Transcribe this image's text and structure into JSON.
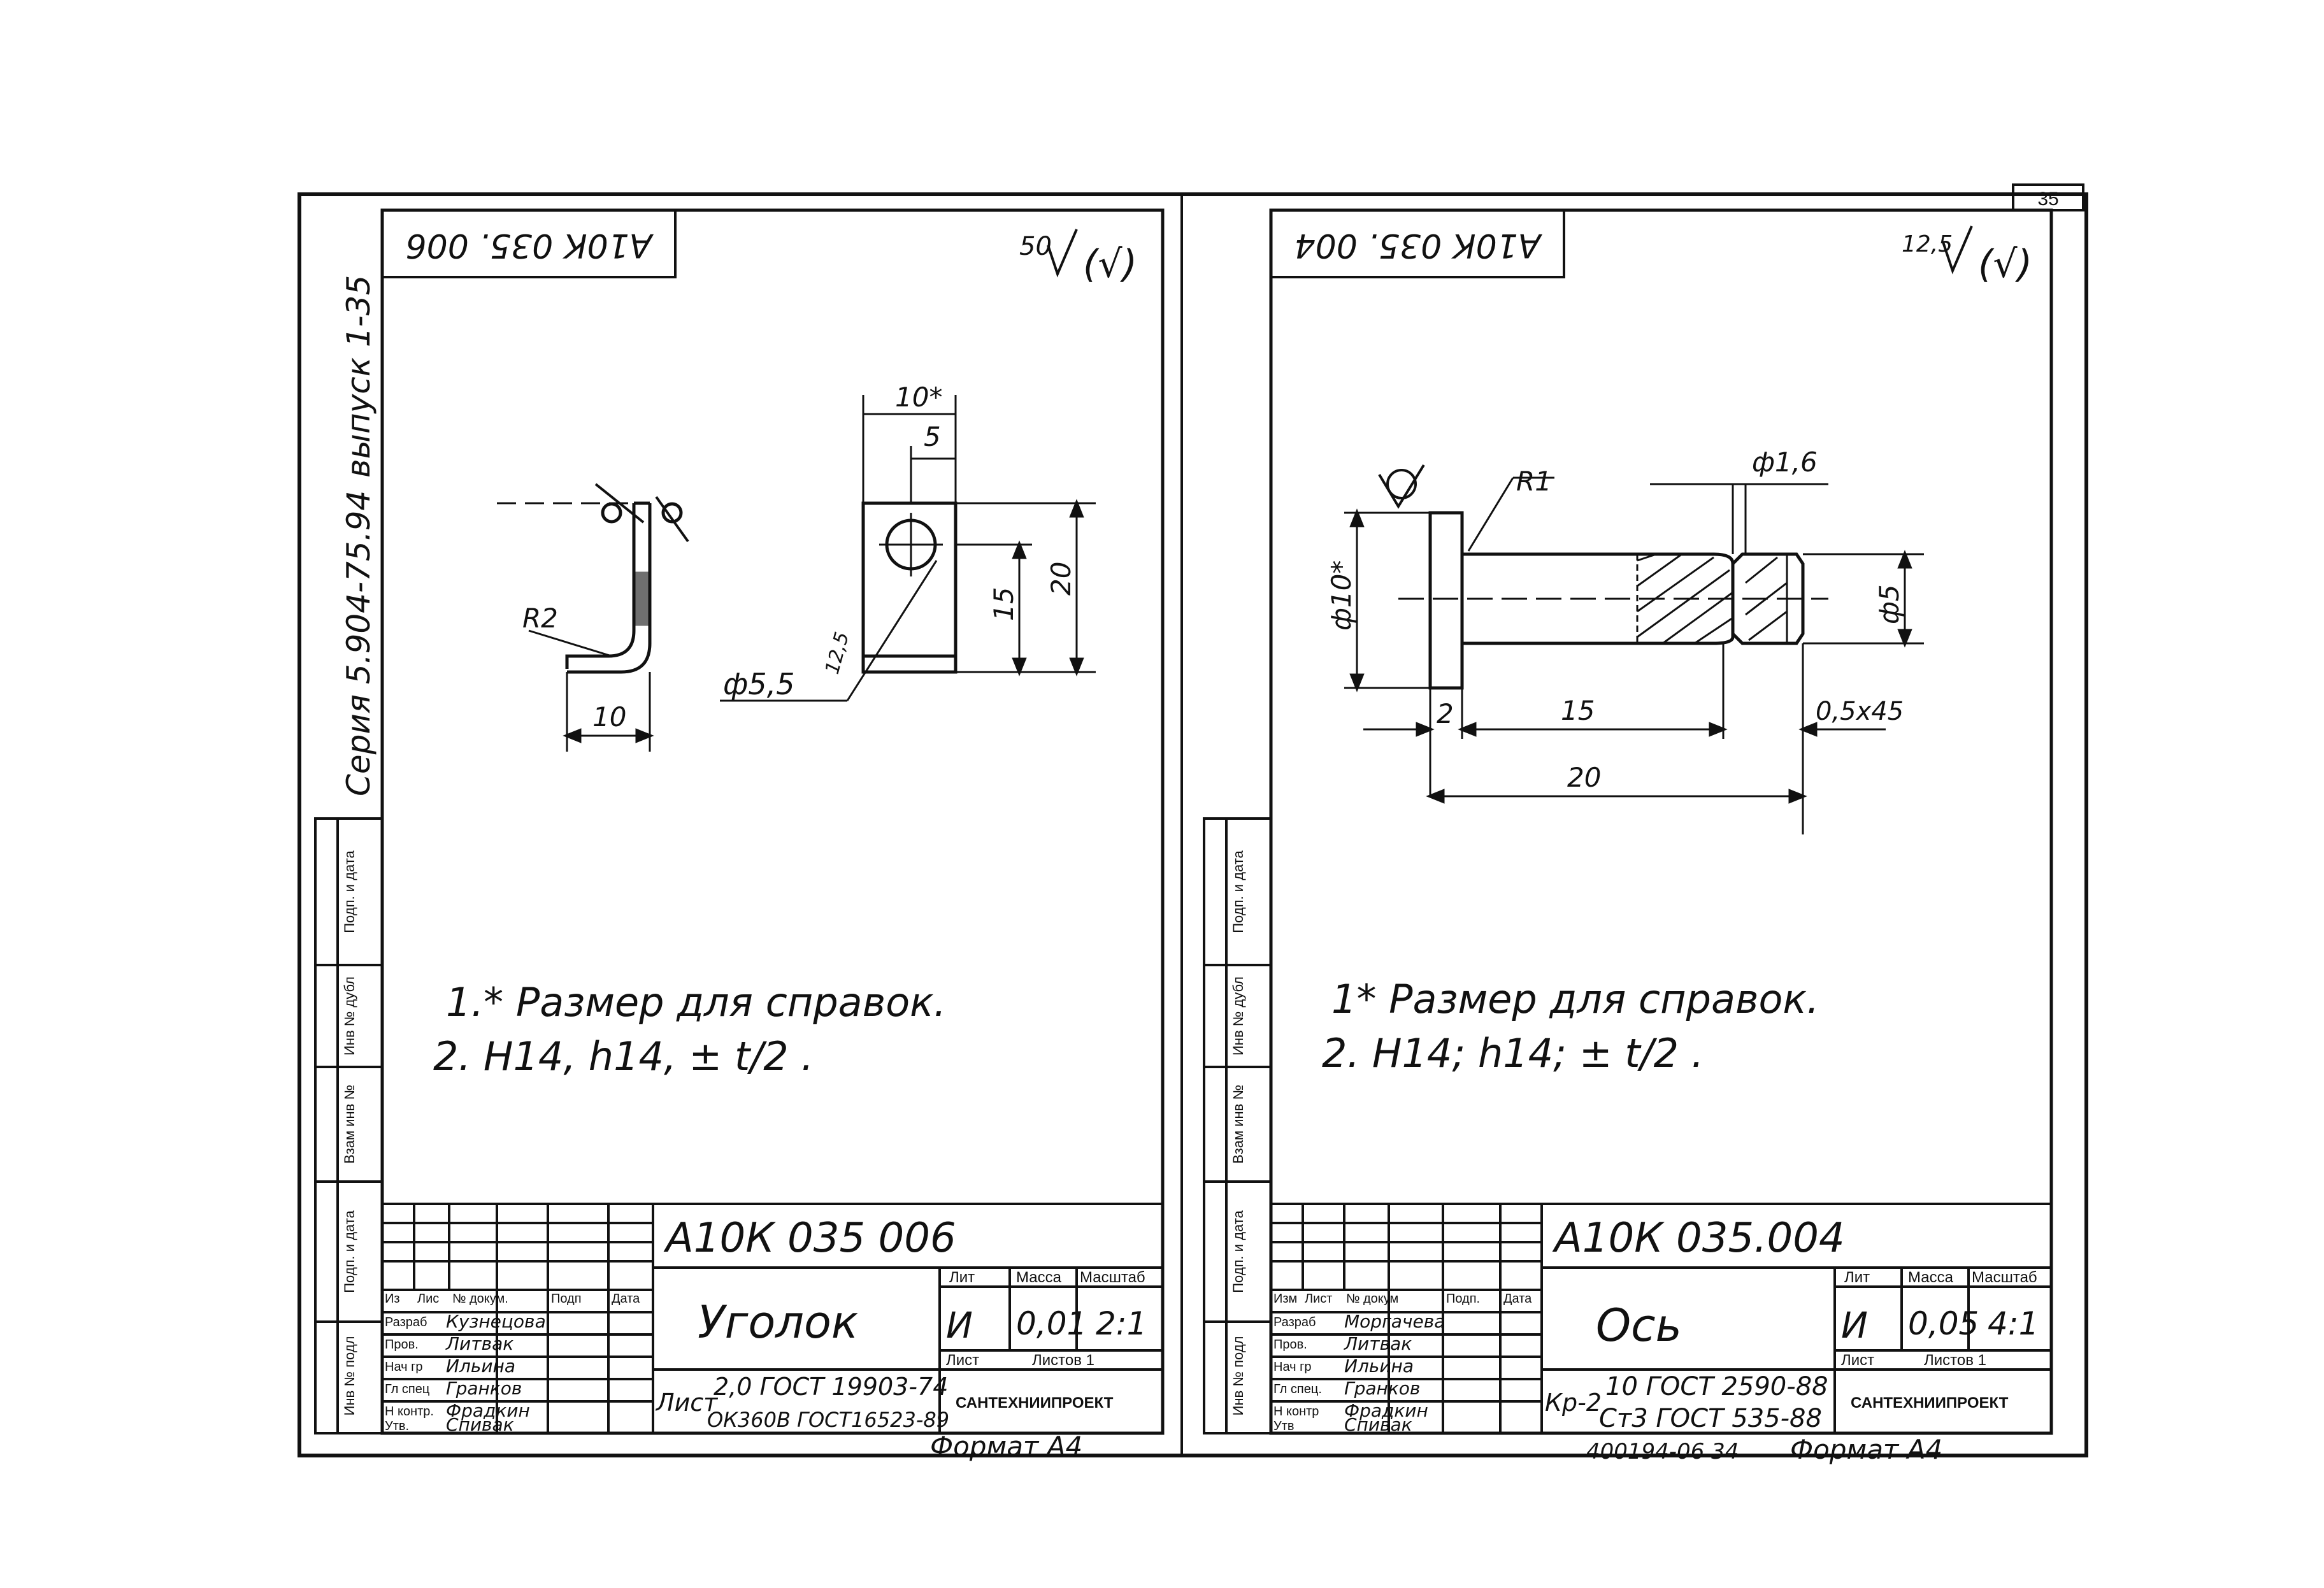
{
  "series_note": "Серия 5.904-75.94",
  "issue_note": "выпуск 1-35",
  "sheet_number": "35",
  "left_margin_labels": [
    "Подп. и дата",
    "Инв № дубл",
    "Взам инв №",
    "Подп. и дата",
    "Инв № подл"
  ],
  "right_margin_labels": [
    "Подп. и дата",
    "Инв № дубл",
    "Взам инв №",
    "Подп. и дата",
    "Инв № подл"
  ],
  "left": {
    "stamp_code": "А10К 035. 006",
    "roughness": "50",
    "roughness_sym": "(√)",
    "dims": {
      "r2": "R2",
      "l10": "10",
      "w10s": "10*",
      "w5": "5",
      "h20": "20",
      "h15": "15",
      "d55": "ф5,5",
      "ra": "12,5"
    },
    "notes": [
      "1.* Размер для справок.",
      "2. H14, h14, ± t/2 ."
    ],
    "title_block": {
      "designation": "А10К 035 006",
      "name": "Уголок",
      "col_lit": "Лит",
      "col_mass": "Масса",
      "col_scale": "Масштаб",
      "lit": "И",
      "mass": "0,01",
      "scale": "2:1",
      "sheet": "Лист",
      "sheets": "Листов 1",
      "material_prefix": "Лист",
      "material_1": "2,0 ГОСТ 19903-74",
      "material_2": "ОК360В ГОСТ16523-89",
      "org": "САНТЕХНИИПРОЕКТ",
      "head_cols": [
        "Из",
        "Лис",
        "№ докум.",
        "Подп",
        "Дата"
      ],
      "roles": [
        "Разраб",
        "Пров.",
        "Нач гр",
        "Гл спец",
        "Н контр.",
        "Утв."
      ],
      "signers": [
        "Кузнецова",
        "Литвак",
        "Ильина",
        "Гранков",
        "Фрадкин",
        "Спивак"
      ]
    },
    "format": "Формат А4"
  },
  "right": {
    "stamp_code": "А10К 035. 004",
    "roughness": "12,5",
    "roughness_sym": "(√)",
    "dims": {
      "r1": "R1",
      "d16": "ф1,6",
      "d10": "ф10*",
      "d5": "ф5",
      "l2": "2",
      "l15": "15",
      "l20": "20",
      "ch": "0,5x45"
    },
    "notes": [
      "1* Размер для справок.",
      "2. H14; h14; ± t/2 ."
    ],
    "title_block": {
      "designation": "А10К 035.004",
      "name": "Ось",
      "col_lit": "Лит",
      "col_mass": "Масса",
      "col_scale": "Масштаб",
      "lit": "И",
      "mass": "0,05",
      "scale": "4:1",
      "sheet": "Лист",
      "sheets": "Листов 1",
      "material_prefix": "Кр-2",
      "material_1": "10 ГОСТ 2590-88",
      "material_2": "Ст3 ГОСТ 535-88",
      "org": "САНТЕХНИИПРОЕКТ",
      "head_cols": [
        "Изм",
        "Лист",
        "№ докум",
        "Подп.",
        "Дата"
      ],
      "roles": [
        "Разраб",
        "Пров.",
        "Нач гр",
        "Гл спец.",
        "Н контр",
        "Утв"
      ],
      "signers": [
        "Моргачева",
        "Литвак",
        "Ильина",
        "Гранков",
        "Фрадкин",
        "Спивак"
      ]
    },
    "footer_code": "400194-06 34",
    "format": "Формат А4"
  }
}
